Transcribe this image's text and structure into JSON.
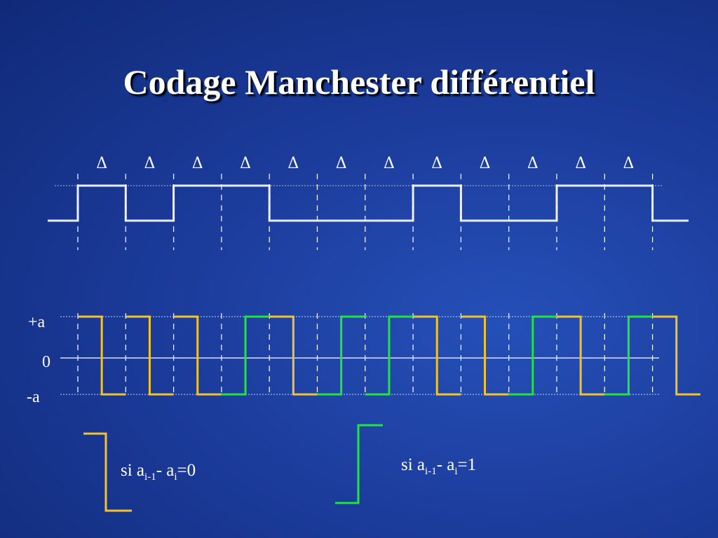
{
  "title": "Codage  Manchester différentiel",
  "bit_period_symbol": "Δ",
  "level_labels": {
    "plus": "+a",
    "zero": "0",
    "minus": "-a"
  },
  "binary_signal": [
    0,
    1,
    0,
    1,
    1,
    0,
    0,
    0,
    1,
    0,
    0,
    1,
    1,
    0
  ],
  "manchester_signal": [
    {
      "first": 1,
      "color": "yellow"
    },
    {
      "first": 1,
      "color": "yellow"
    },
    {
      "first": 1,
      "color": "yellow"
    },
    {
      "first": 0,
      "color": "green"
    },
    {
      "first": 1,
      "color": "yellow"
    },
    {
      "first": 0,
      "color": "green"
    },
    {
      "first": 0,
      "color": "green"
    },
    {
      "first": 1,
      "color": "yellow"
    },
    {
      "first": 1,
      "color": "yellow"
    },
    {
      "first": 0,
      "color": "green"
    },
    {
      "first": 1,
      "color": "yellow"
    },
    {
      "first": 0,
      "color": "green"
    },
    {
      "first": 1,
      "color": "yellow"
    }
  ],
  "legend": {
    "left": {
      "prefix": "si a",
      "sub1": "i-1",
      "middle": "- a",
      "sub2": "i",
      "suffix": "=0"
    },
    "right": {
      "prefix": "si a",
      "sub1": "i-1",
      "middle": "- a",
      "sub2": "i",
      "suffix": "=1"
    }
  },
  "colors": {
    "background": "#1c3c9c",
    "signal_white": "#e8ecf6",
    "yellow": "#f5c22a",
    "green": "#22e43a"
  }
}
